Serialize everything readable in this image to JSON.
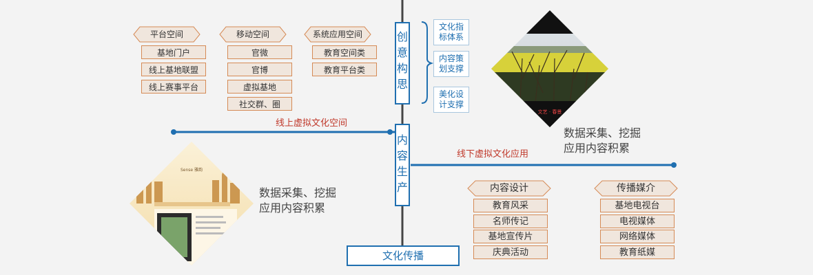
{
  "top_groups": [
    {
      "header": "平台空间",
      "items": [
        "基地门户",
        "线上基地联盟",
        "线上赛事平台"
      ]
    },
    {
      "header": "移动空间",
      "items": [
        "官微",
        "官博",
        "虚拟基地",
        "社交群、圈"
      ]
    },
    {
      "header": "系统应用空间",
      "items": [
        "教育空间类",
        "教育平台类"
      ]
    }
  ],
  "spine": {
    "creative": "创意构思",
    "content": "内容生产",
    "spread": "文化传播"
  },
  "support_boxes": [
    "文化指标体系",
    "内容策划支撑",
    "美化设计支撑"
  ],
  "online_label": "线上虚拟文化空间",
  "offline_label": "线下虚拟文化应用",
  "caption_right": [
    "数据采集、挖掘",
    "应用内容积累"
  ],
  "caption_left": [
    "数据采集、挖掘",
    "应用内容积累"
  ],
  "bottom_groups": [
    {
      "header": "内容设计",
      "items": [
        "教育风采",
        "名师传记",
        "基地宣传片",
        "庆典活动"
      ]
    },
    {
      "header": "传播媒介",
      "items": [
        "基地电视台",
        "电视媒体",
        "网络媒体",
        "教育纸媒"
      ]
    }
  ],
  "photo_right": {
    "icon": "landscape-photo-icon",
    "stamp": "文艺 · 春景"
  },
  "photo_left": {
    "icon": "webpage-screenshot-icon",
    "heading": "Sense 雅韵"
  },
  "colors": {
    "blue": "#1f6fb0",
    "orange": "#d58a55",
    "red": "#c0392b",
    "box_fill": "#f0e6dd"
  }
}
